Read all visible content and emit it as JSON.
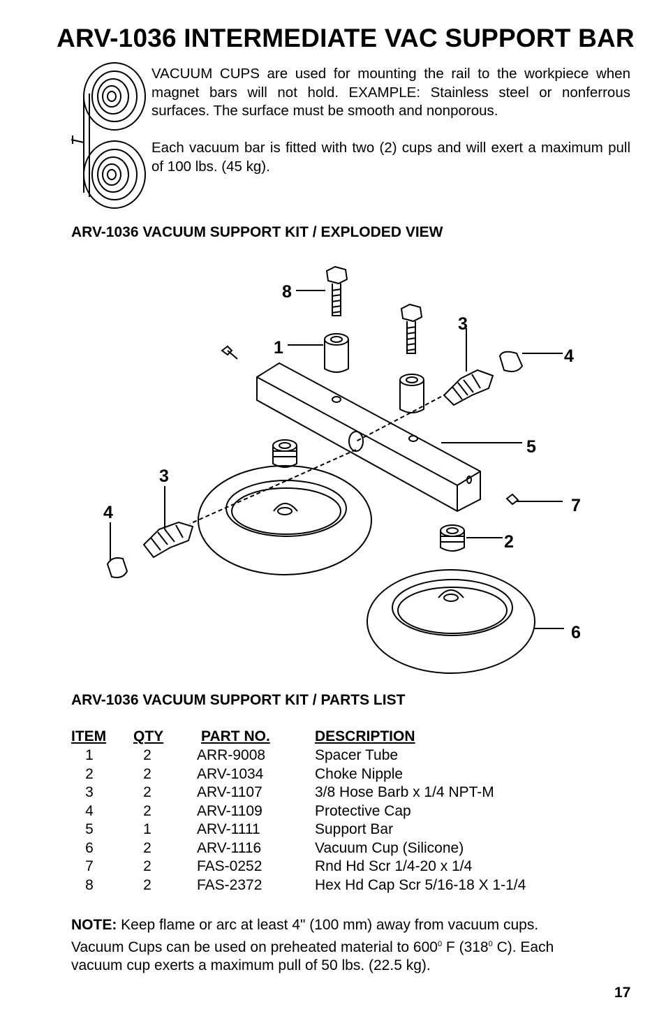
{
  "title": "ARV-1036 INTERMEDIATE VAC SUPPORT BAR",
  "intro": {
    "p1": "VACUUM CUPS are used for mounting the rail to the workpiece when magnet bars will not hold. EXAMPLE: Stainless steel or nonferrous surfaces. The surface must be smooth and nonporous.",
    "p2": "Each vacuum bar is fitted with two (2) cups and will exert a maximum pull of 100 lbs. (45 kg)."
  },
  "exploded_heading": "ARV-1036 VACUUM SUPPORT KIT / EXPLODED VIEW",
  "callouts": [
    "8",
    "3",
    "1",
    "4",
    "5",
    "3",
    "4",
    "7",
    "2",
    "6"
  ],
  "parts_heading": "ARV-1036 VACUUM SUPPORT KIT / PARTS LIST",
  "table": {
    "headers": [
      "ITEM",
      "QTY",
      "PART NO.",
      "DESCRIPTION"
    ],
    "rows": [
      {
        "item": "1",
        "qty": "2",
        "part": "ARR-9008",
        "desc": "Spacer Tube"
      },
      {
        "item": "2",
        "qty": "2",
        "part": "ARV-1034",
        "desc": "Choke Nipple"
      },
      {
        "item": "3",
        "qty": "2",
        "part": "ARV-1107",
        "desc": "3/8 Hose Barb x 1/4 NPT-M"
      },
      {
        "item": "4",
        "qty": "2",
        "part": "ARV-1109",
        "desc": "Protective Cap"
      },
      {
        "item": "5",
        "qty": "1",
        "part": "ARV-1111",
        "desc": "Support Bar"
      },
      {
        "item": "6",
        "qty": "2",
        "part": "ARV-1116",
        "desc": "Vacuum Cup (Silicone)"
      },
      {
        "item": "7",
        "qty": "2",
        "part": "FAS-0252",
        "desc": "Rnd Hd Scr 1/4-20 x 1/4"
      },
      {
        "item": "8",
        "qty": "2",
        "part": "FAS-2372",
        "desc": "Hex Hd Cap Scr 5/16-18 X 1-1/4"
      }
    ]
  },
  "note": {
    "label": "NOTE:",
    "line1": " Keep flame or arc at least 4\" (100 mm) away from vacuum cups.",
    "line2a": "Vacuum Cups can be used on preheated material to 600",
    "sup": "0",
    "line2b": " F (318",
    "line2c": " C). Each",
    "line3": "vacuum cup exerts a maximum pull of 50 lbs. (22.5 kg)."
  },
  "page_number": "17"
}
